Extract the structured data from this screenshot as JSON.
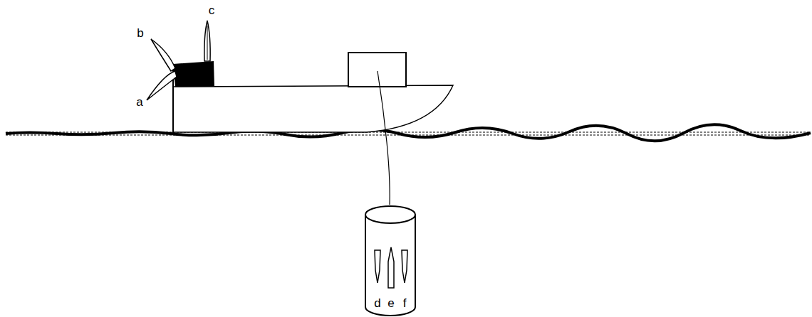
{
  "diagram": {
    "labels": [
      "c",
      "b",
      "a",
      "d",
      "e",
      "f"
    ]
  }
}
